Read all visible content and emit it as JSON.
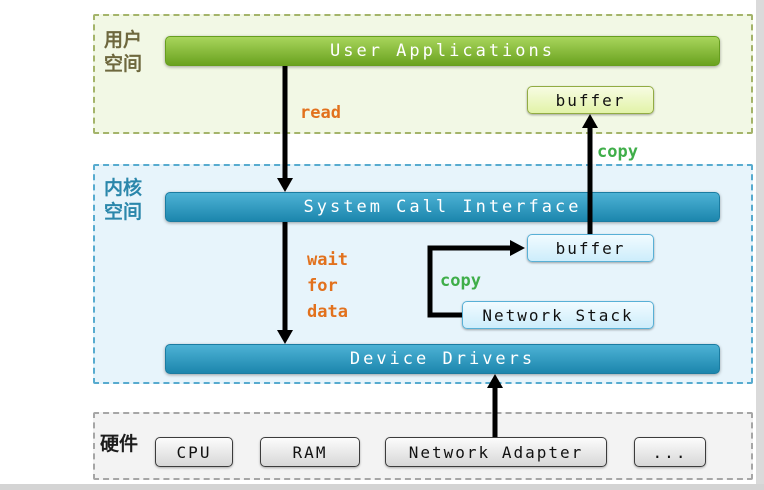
{
  "user_space": {
    "label_lines": [
      "用户",
      "空间"
    ],
    "applications_bar": "User Applications",
    "buffer_label": "buffer"
  },
  "kernel_space": {
    "label_lines": [
      "内核",
      "空间"
    ],
    "syscall_bar": "System Call Interface",
    "buffer_label": "buffer",
    "network_stack_label": "Network Stack",
    "drivers_bar": "Device Drivers"
  },
  "hardware": {
    "label": "硬件",
    "items": [
      "CPU",
      "RAM",
      "Network Adapter",
      "..."
    ]
  },
  "annotations": {
    "read": "read",
    "wait_lines": [
      "wait",
      "for",
      "data"
    ],
    "copy_kernel": "copy",
    "copy_user": "copy"
  },
  "colors": {
    "annotation_orange": "#e2711d",
    "annotation_green": "#3fae49",
    "user_bar_green": "#76b82a",
    "kernel_bar_blue": "#2395bd"
  }
}
